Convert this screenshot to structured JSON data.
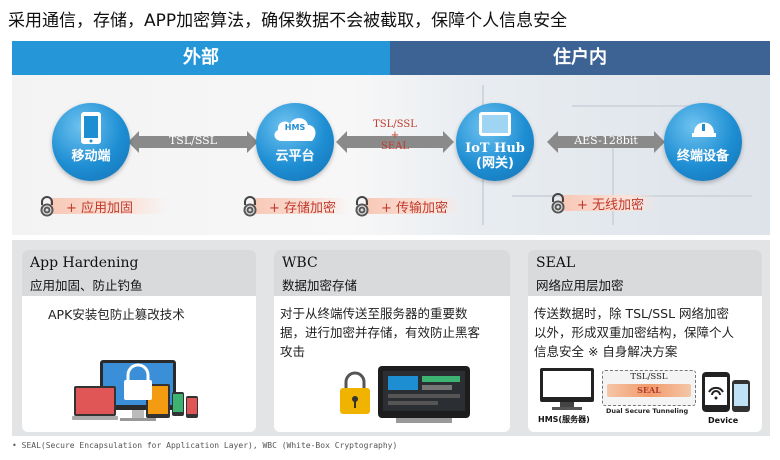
{
  "title": "采用通信，存储，APP加密算法，确保数据不会被截取，保障个人信息安全",
  "banner": {
    "external": "外部",
    "internal": "住户内"
  },
  "nodes": {
    "mobile": "移动端",
    "cloud": "云平台",
    "cloud_badge": "HMS",
    "hub_line1": "IoT Hub",
    "hub_line2": "(网关)",
    "device": "终端设备"
  },
  "links": {
    "mobile_cloud": "TSL/SSL",
    "cloud_hub_line1": "TSL/SSL",
    "cloud_hub_line2": "+",
    "cloud_hub_line3": "SEAL",
    "hub_device": "AES-128bit"
  },
  "tags": {
    "app": "+ 应用加固",
    "storage": "+ 存储加密",
    "transport": "+ 传输加密",
    "wireless": "+ 无线加密"
  },
  "cards": {
    "app": {
      "title": "App Hardening",
      "subtitle": "应用加固、防止钓鱼",
      "body": "APK安装包防止篡改技术"
    },
    "wbc": {
      "title": "WBC",
      "subtitle": "数据加密存储",
      "body_line1": "对于从终端传送至服务器的重要数",
      "body_line2": "据，进行加密并存储，有效防止黑客",
      "body_line3": "攻击"
    },
    "seal": {
      "title": "SEAL",
      "subtitle": "网络应用层加密",
      "body_line1": "传送数据时，除 TSL/SSL 网络加密",
      "body_line2": "以外，形成双重加密结构，保障个人",
      "body_line3": "信息安全  ※ 自身解决方案",
      "diagram_tsl": "TSL/SSL",
      "diagram_seal": "SEAL",
      "diagram_tunnel": "Dual Secure Tunneling",
      "diagram_hms": "HMS(服务器)",
      "diagram_device": "Device"
    }
  },
  "footnote": "• SEAL(Secure Encapsulation for Application Layer), WBC (White-Box Cryptography)",
  "colors": {
    "external": "#2596d8",
    "internal": "#3d6294",
    "node": "#1e8ed3",
    "tag_text": "#c0392b"
  }
}
